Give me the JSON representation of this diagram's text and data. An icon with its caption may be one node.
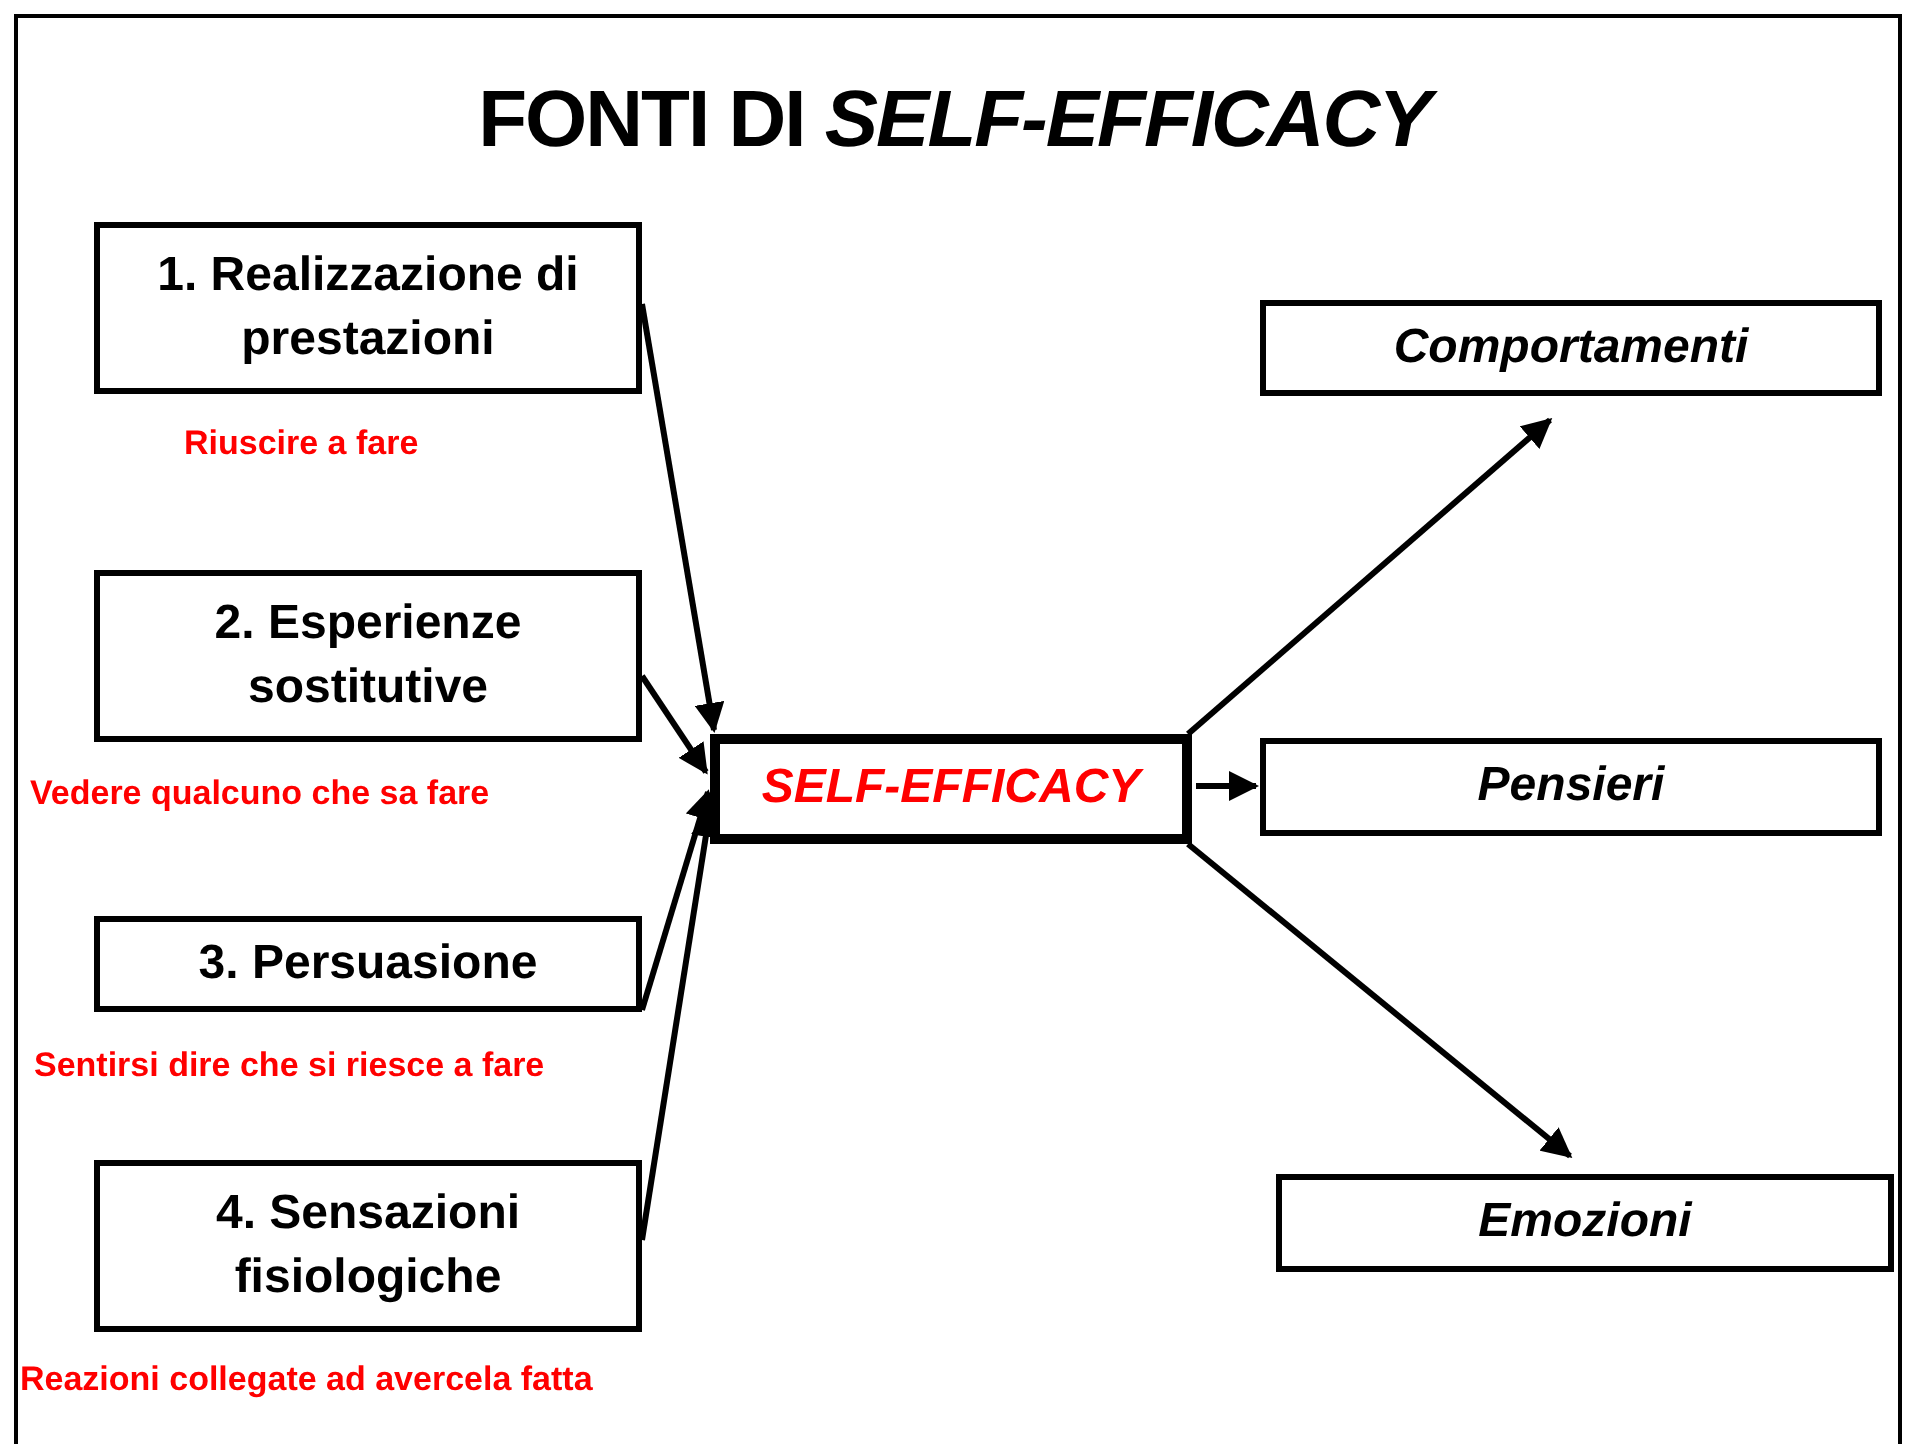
{
  "diagram": {
    "title": "FONTI DI *SELF-EFFICACY*",
    "nodes": [
      {
        "text": [
          "1. Realizzazione di prestazioni"
        ],
        "beside": [
          "Riuscire a fare"
        ]
      },
      {
        "text": [
          "2. Esperienze sostitutive"
        ],
        "beside": [
          "Vedere qualcuno che sa fare"
        ]
      },
      {
        "text": [
          "3. Persuasione"
        ],
        "beside": [
          "Sentirsi dire che si riesce a fare"
        ]
      },
      {
        "text": [
          "4. Sensazioni fisiologiche"
        ],
        "beside": [
          "Reazioni collegate ad avercela fatta"
        ]
      },
      {
        "text": [
          "SELF-EFFICACY"
        ]
      },
      {
        "text": [
          "Comportamenti"
        ]
      },
      {
        "text": [
          "Pensieri"
        ]
      },
      {
        "text": [
          "Emozioni"
        ]
      }
    ],
    "edges": [
      {
        "from": 0,
        "to": 4,
        "arrow": "to"
      },
      {
        "from": 1,
        "to": 4,
        "arrow": "to"
      },
      {
        "from": 2,
        "to": 4,
        "arrow": "to"
      },
      {
        "from": 3,
        "to": 4,
        "arrow": "to"
      },
      {
        "from": 4,
        "to": 5,
        "arrow": "to"
      },
      {
        "from": 4,
        "to": 6,
        "arrow": "to"
      },
      {
        "from": 4,
        "to": 7,
        "arrow": "to"
      }
    ]
  }
}
